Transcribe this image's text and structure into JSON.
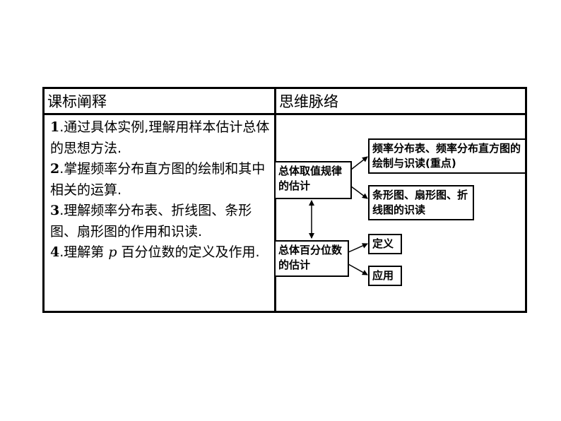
{
  "table": {
    "header_left": "课标阐释",
    "header_right": "思维脉络",
    "objectives": [
      {
        "num": "1",
        "text_before": ".通过具体实例,理解用样本估计总体的思想方法."
      },
      {
        "num": "2",
        "text_before": ".掌握频率分布直方图的绘制和其中相关的运算."
      },
      {
        "num": "3",
        "text_before": ".理解频率分布表、折线图、条形图、扇形图的作用和识读."
      },
      {
        "num": "4",
        "text_before": ".理解第 ",
        "var": "p",
        "text_after": " 百分位数的定义及作用."
      }
    ]
  },
  "mindmap": {
    "node_a": "总体取值规律的估计",
    "node_a1": "频率分布表、频率分布直方图的绘制与识读(重点)",
    "node_a2": "条形图、扇形图、折线图的识读",
    "node_b": "总体百分位数的估计",
    "node_b1": "定义",
    "node_b2": "应用"
  }
}
